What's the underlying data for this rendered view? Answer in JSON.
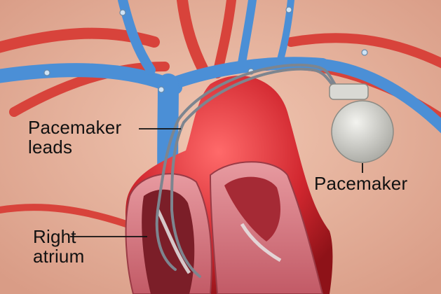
{
  "labels": {
    "pacemaker_leads": {
      "line1": "Pacemaker",
      "line2": "leads"
    },
    "pacemaker": "Pacemaker",
    "right_atrium": {
      "line1": "Right",
      "line2": "atrium"
    }
  },
  "colors": {
    "background": "#ffffff",
    "skin": "#e8b8a2",
    "vein": "#4b8fd6",
    "artery": "#d9443a",
    "heart": "#d8323a",
    "pacemaker_device": "#d7d7d2",
    "lead_wire": "#8a8f96",
    "label_text": "#111111"
  },
  "icons": [
    "heart-illustration",
    "pacemaker-device-icon"
  ]
}
